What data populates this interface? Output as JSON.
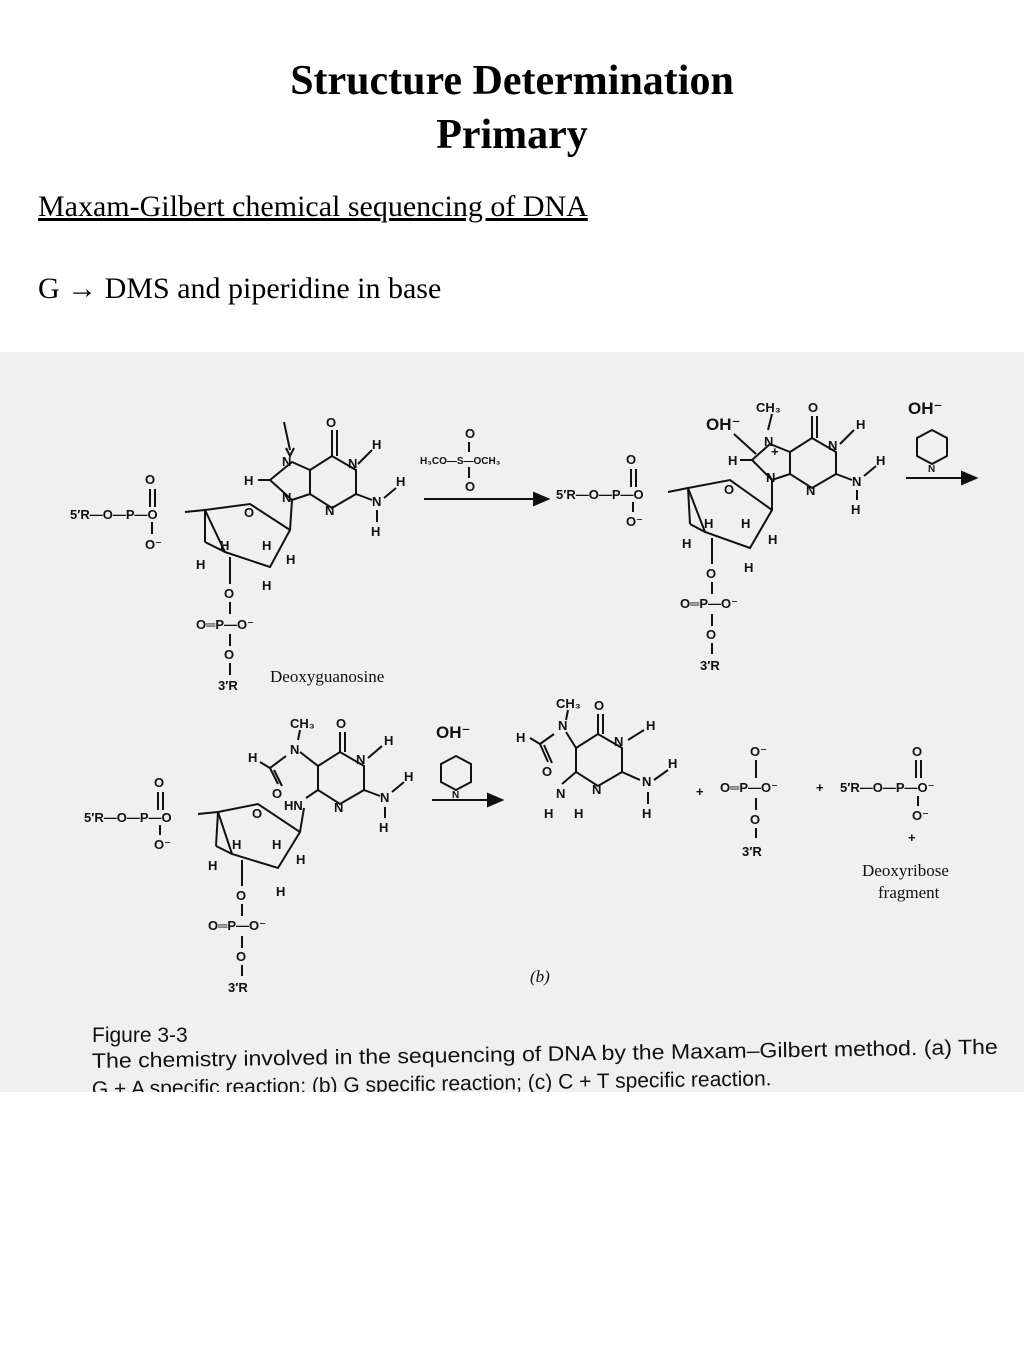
{
  "slide": {
    "title_line1": "Structure Determination",
    "title_line2": "Primary",
    "subheading": "Maxam-Gilbert chemical sequencing of DNA",
    "reaction_line": "G → DMS and piperidine in base"
  },
  "figure": {
    "labels": {
      "p5": "5′R—O—P—O",
      "p3": "3′R",
      "o": "O",
      "ominus": "O⁻",
      "h": "H",
      "n": "N",
      "nplus": "N",
      "plus": "+",
      "hn": "HN",
      "ch3": "CH₃",
      "oh": "OH⁻",
      "dms": "H₃CO—S—OCH₃",
      "opo": "O═P—O⁻",
      "opo_mid": "O═P—O⁻",
      "r5_end": "5′R—O—P—O⁻"
    },
    "deoxyguanosine": "Deoxyguanosine",
    "fragment_line1": "Deoxyribose",
    "fragment_line2": "fragment",
    "part_label": "(b)",
    "caption_title": "Figure 3-3",
    "caption_line1": "The chemistry involved in the sequencing of DNA by the Maxam–Gilbert method. (a) The",
    "caption_line2": "G + A specific reaction; (b) G specific reaction; (c) C + T specific reaction."
  }
}
